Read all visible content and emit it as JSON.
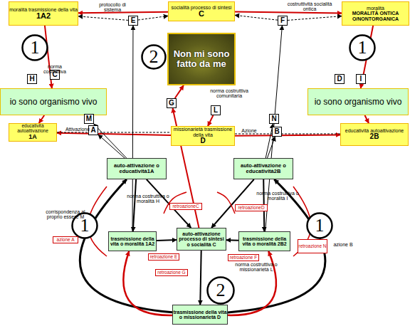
{
  "diagram": {
    "nodes": [
      {
        "text": [
          "moralità trasmissione della vita",
          "1A2"
        ]
      },
      {
        "text": [
          "socialità processo di sintesi",
          "C"
        ]
      },
      {
        "text": [
          "moralità",
          "MORALITÀ ONTICA O/NONTORGANICA"
        ]
      },
      {
        "text": [
          "E"
        ]
      },
      {
        "text": [
          "F"
        ]
      },
      {
        "text": [
          "1"
        ]
      },
      {
        "text": [
          "H"
        ]
      },
      {
        "text": [
          "C"
        ]
      },
      {
        "text": [
          "Non mi sono fatto da me"
        ]
      },
      {
        "text": [
          "2"
        ]
      },
      {
        "text": [
          "1"
        ]
      },
      {
        "text": [
          "D"
        ]
      },
      {
        "text": [
          "I"
        ]
      },
      {
        "text": [
          "io sono organismo vivo"
        ]
      },
      {
        "text": [
          "io sono organismo vivo"
        ]
      },
      {
        "text": [
          "G"
        ]
      },
      {
        "text": [
          "L"
        ]
      },
      {
        "text": [
          "M"
        ]
      },
      {
        "text": [
          "A"
        ]
      },
      {
        "text": [
          "N"
        ]
      },
      {
        "text": [
          "B"
        ]
      },
      {
        "text": [
          "educatività autoattivazione",
          "1A"
        ]
      },
      {
        "text": [
          "missionarietà trasmissione della vita",
          "D"
        ]
      },
      {
        "text": [
          "educatività autoattivazione",
          "2B"
        ]
      },
      {
        "text": [
          "auto-attivazione o educatività1A"
        ]
      },
      {
        "text": [
          "auto-attivazione o educatività2B"
        ]
      },
      {
        "text": [
          "1"
        ]
      },
      {
        "text": [
          "retroazioneC"
        ]
      },
      {
        "text": [
          "retroazioneD"
        ]
      },
      {
        "text": [
          "1"
        ]
      },
      {
        "text": [
          "azione A"
        ]
      },
      {
        "text": [
          "trasmissione della vita o moralità 1A2"
        ]
      },
      {
        "text": [
          "auto-attivazione processo di sintesi o socialità C"
        ]
      },
      {
        "text": [
          "trasmissione della vita o moralità 2B2"
        ]
      },
      {
        "text": [
          "retroazione E"
        ]
      },
      {
        "text": [
          "retroazione F"
        ]
      },
      {
        "text": [
          "retroazione N"
        ]
      },
      {
        "text": [
          "retroazione G"
        ]
      },
      {
        "text": [
          "2"
        ]
      },
      {
        "text": [
          "trasmissione della vita o missionarietà D"
        ]
      }
    ],
    "edges": [
      {
        "from": 1,
        "to": 0,
        "arrow": "to"
      },
      {
        "from": 1,
        "to": 2,
        "arrow": "to"
      },
      {
        "from": 3,
        "to": 0,
        "arrow": "to"
      },
      {
        "from": 3,
        "to": 1,
        "arrow": "to"
      },
      {
        "from": 4,
        "to": 1,
        "arrow": "to"
      },
      {
        "from": 4,
        "to": 2,
        "arrow": "to"
      },
      {
        "from": 0,
        "to": 13,
        "arrow": "to"
      },
      {
        "from": 2,
        "to": 14,
        "arrow": "to"
      },
      {
        "from": 13,
        "to": 21,
        "arrow": "to"
      },
      {
        "from": 14,
        "to": 23,
        "arrow": "to"
      },
      {
        "from": 22,
        "to": 21,
        "arrow": "to"
      },
      {
        "from": 22,
        "to": 23,
        "arrow": "to"
      },
      {
        "from": 15,
        "to": 8,
        "arrow": "to"
      },
      {
        "from": 16,
        "to": 22,
        "arrow": "to"
      },
      {
        "from": 24,
        "to": 31,
        "arrow": "to"
      },
      {
        "from": 24,
        "to": 32,
        "arrow": "to"
      },
      {
        "from": 25,
        "to": 33,
        "arrow": "to"
      },
      {
        "from": 25,
        "to": 32,
        "arrow": "to"
      },
      {
        "from": 31,
        "to": 32,
        "arrow": "to"
      },
      {
        "from": 33,
        "to": 32,
        "arrow": "to"
      },
      {
        "from": 32,
        "to": 39,
        "arrow": "to"
      },
      {
        "from": 39,
        "to": 24,
        "arrow": "to"
      },
      {
        "from": 39,
        "to": 25,
        "arrow": "to"
      },
      {
        "from": 39,
        "to": 31,
        "arrow": "to"
      },
      {
        "from": 39,
        "to": 33,
        "arrow": "to"
      },
      {
        "from": 31,
        "to": 3,
        "arrow": "to"
      },
      {
        "from": 33,
        "to": 4,
        "arrow": "to"
      },
      {
        "from": 24,
        "to": 18,
        "arrow": "to"
      },
      {
        "from": 25,
        "to": 20,
        "arrow": "to"
      },
      {
        "from": 32,
        "to": 15,
        "arrow": "to"
      },
      {
        "from": 24,
        "to": 17,
        "arrow": "to"
      },
      {
        "from": 25,
        "to": 19,
        "arrow": "to"
      }
    ],
    "labels": [
      "protocollo di sistema",
      "costruttività socialità ontica",
      "norma costruttiva",
      "norma costruttiva comunitaria",
      "Attivazione",
      "Azione",
      "norma costruttiva o moralità H",
      "norma costruttiva o moralità I",
      "corrispondenza al proprio essere M",
      "norma costruttiva o missionarietà L",
      "azione B"
    ]
  }
}
